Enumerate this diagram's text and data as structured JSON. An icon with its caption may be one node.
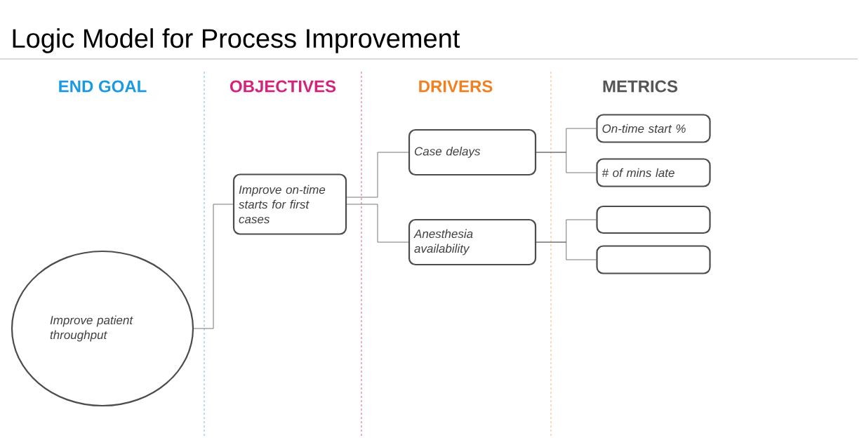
{
  "diagram": {
    "title": "Logic Model for Process Improvement",
    "nodes": [
      {
        "text": [
          "Improve patient throughput"
        ]
      },
      {
        "text": [
          "Improve on-time starts for first cases"
        ]
      },
      {
        "text": [
          "Case delays"
        ]
      },
      {
        "text": [
          "Anesthesia availability"
        ]
      },
      {
        "text": [
          "On-time start %"
        ]
      },
      {
        "text": [
          "# of mins late"
        ]
      },
      {
        "text": [],
        "shape": "box"
      },
      {
        "text": [],
        "shape": "box"
      }
    ],
    "edges": [
      {
        "from": 0,
        "to": 1,
        "arrow": "none"
      },
      {
        "from": 1,
        "to": 2,
        "arrow": "none"
      },
      {
        "from": 1,
        "to": 3,
        "arrow": "none"
      },
      {
        "from": 2,
        "to": 4,
        "arrow": "none"
      },
      {
        "from": 2,
        "to": 5,
        "arrow": "none"
      },
      {
        "from": 3,
        "to": 6,
        "arrow": "none"
      },
      {
        "from": 3,
        "to": 7,
        "arrow": "none"
      }
    ],
    "labels": [
      "END GOAL",
      "OBJECTIVES",
      "DRIVERS",
      "METRICS"
    ]
  }
}
